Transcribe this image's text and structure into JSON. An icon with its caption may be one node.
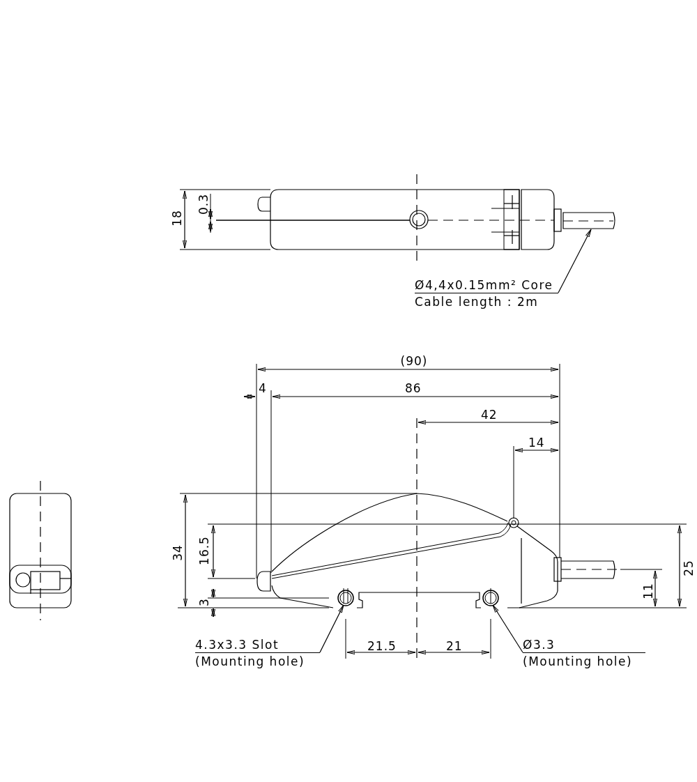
{
  "diagram": {
    "nodes": [
      {
        "text": [
          "Ø4,4x0.15mm² Core",
          "Cable length : 2m"
        ]
      },
      {
        "text": [],
        "shape": "cable"
      },
      {
        "text": [
          "4.3x3.3 Slot",
          "(Mounting hole)"
        ]
      },
      {
        "text": [],
        "shape": "circle"
      },
      {
        "text": [
          "Ø3.3",
          "(Mounting hole)"
        ]
      },
      {
        "text": [],
        "shape": "circle"
      }
    ],
    "edges": [
      {
        "from": 0,
        "to": 1,
        "arrow": "to"
      },
      {
        "from": 2,
        "to": 3,
        "arrow": "to"
      },
      {
        "from": 4,
        "to": 5,
        "arrow": "to"
      }
    ],
    "labels": [
      "18",
      "0.3",
      "(90)",
      "4",
      "86",
      "42",
      "14",
      "34",
      "16.5",
      "3",
      "25",
      "11",
      "21.5",
      "21"
    ]
  }
}
